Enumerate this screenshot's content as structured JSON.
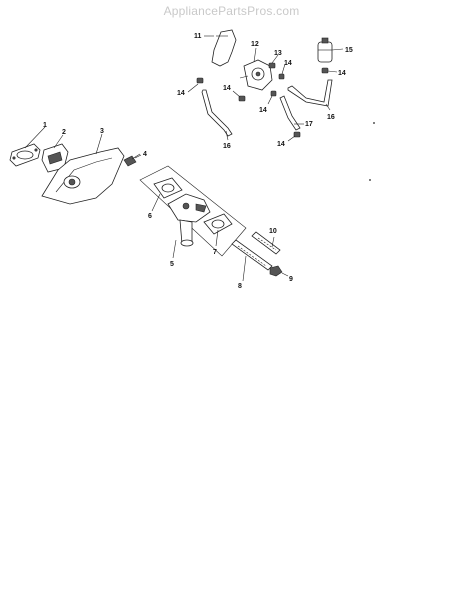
{
  "header": {
    "watermark": "AppliancePartsPros.com"
  },
  "callouts": [
    "1",
    "2",
    "3",
    "4",
    "5",
    "6",
    "7",
    "8",
    "9",
    "10",
    "11",
    "12",
    "13",
    "14",
    "14",
    "14",
    "14",
    "14",
    "15",
    "16",
    "16",
    "17"
  ]
}
